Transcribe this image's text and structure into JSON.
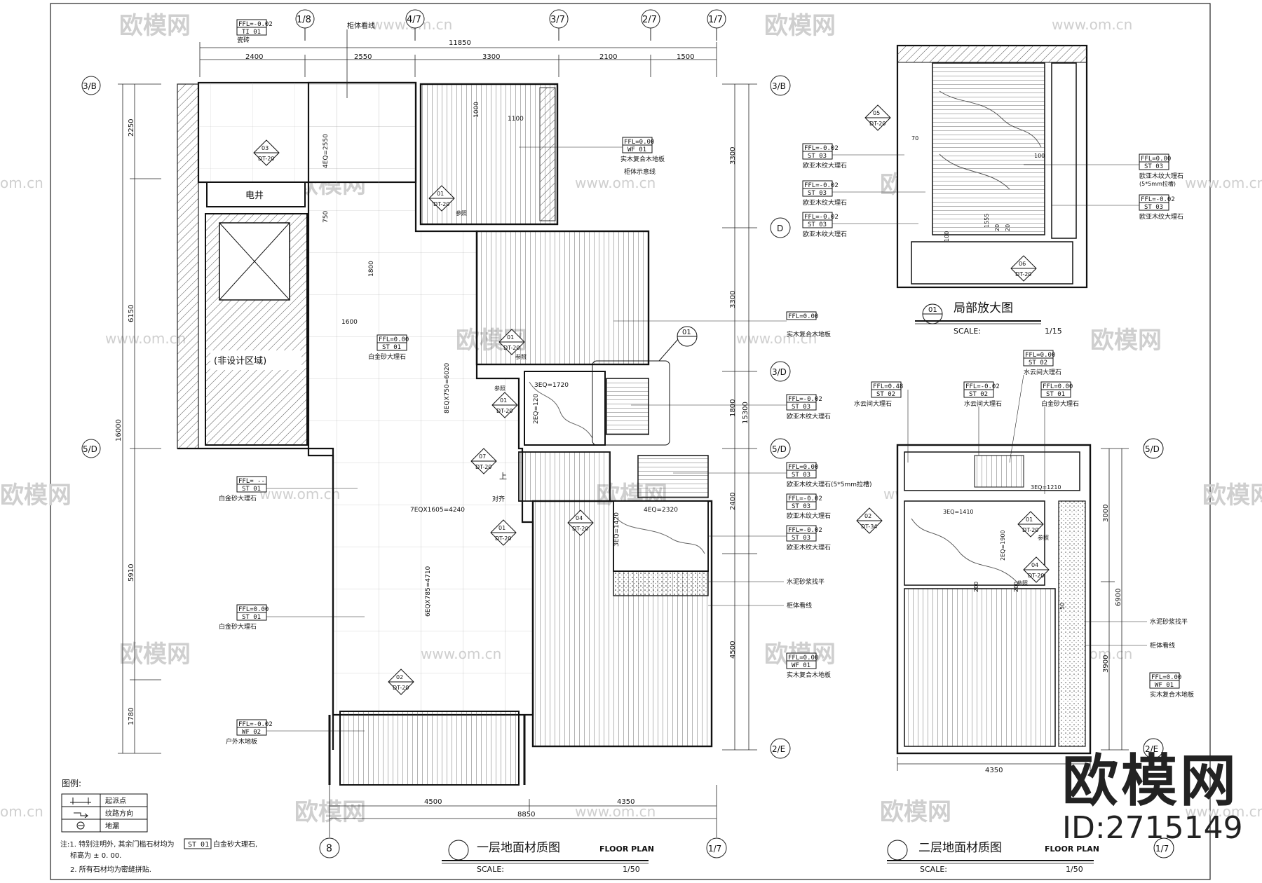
{
  "watermarks": {
    "brand": "欧模网",
    "site": "www.om.cn",
    "site_short": "om.cn"
  },
  "brand": {
    "name": "欧模网",
    "id_text": "ID:2715149"
  },
  "floor1": {
    "title_cn": "一层地面材质图",
    "title_en": "FLOOR PLAN",
    "scale_label": "SCALE:",
    "scale_value": "1/50",
    "top_total": "11850",
    "top_dims": [
      "2400",
      "2550",
      "3300",
      "2100",
      "1500"
    ],
    "left_dims": [
      "2250",
      "6150",
      "5910",
      "1780"
    ],
    "left_total": "16000",
    "right_dims": [
      "3300",
      "3300",
      "1800",
      "2400",
      "4500"
    ],
    "right_total": "15300",
    "bottom_dims": [
      "4500",
      "4350"
    ],
    "bottom_total": "8850",
    "axis_top": [
      "1/8",
      "4/7",
      "3/7",
      "2/7",
      "1/7"
    ],
    "axis_left": [
      "3/B",
      "5/D"
    ],
    "axis_right": [
      "3/B",
      "D",
      "3/D",
      "5/D",
      "2/E"
    ],
    "axis_bottom": [
      "8",
      "1/7"
    ],
    "rooms": {
      "elevator_shaft": "电井",
      "non_design": "(非设计区域)",
      "up": "上"
    },
    "inner_dims": [
      "4EQ=2550",
      "750",
      "1800",
      "1600",
      "1100",
      "1000",
      "8EQX750=6020",
      "3EQ=1720",
      "2EQ=120",
      "7EQX1605=4240",
      "4EQ=2320",
      "3EQ=1420",
      "6EQX785=4710"
    ],
    "tags_left": [
      {
        "ffl": "FFL=-0.02",
        "code": "TI 01",
        "name": "瓷砖"
      },
      {
        "ffl": "FFL=0.00",
        "code": "ST 01",
        "name": "白金砂大理石"
      },
      {
        "ffl": "FFL= --",
        "code": "ST 01",
        "name": "白金砂大理石"
      },
      {
        "ffl": "FFL=0.00",
        "code": "ST 01",
        "name": "白金砂大理石"
      },
      {
        "ffl": "FFL=-0.02",
        "code": "WF 02",
        "name": "户外木地板"
      }
    ],
    "tags_right": [
      {
        "ffl": "FFL=0.00",
        "code": "WF 01",
        "name": "实木复合木地板"
      },
      {
        "ffl": "",
        "code": "",
        "name": "柜体示意线"
      },
      {
        "ffl": "FFL=0.00",
        "code": "",
        "name": "实木复合木地板"
      },
      {
        "ffl": "FFL=-0.02",
        "code": "ST 03",
        "name": "欧亚木纹大理石"
      },
      {
        "ffl": "FFL=0.00",
        "code": "ST 03",
        "name": "欧亚木纹大理石(5*5mm拉槽)"
      },
      {
        "ffl": "FFL=-0.02",
        "code": "ST 03",
        "name": "欧亚木纹大理石"
      },
      {
        "ffl": "FFL=-0.02",
        "code": "ST 03",
        "name": "欧亚木纹大理石"
      },
      {
        "ffl": "",
        "code": "",
        "name": "水泥砂浆找平"
      },
      {
        "ffl": "",
        "code": "",
        "name": "柜体看线"
      },
      {
        "ffl": "FFL=0.00",
        "code": "WF 01",
        "name": "实木复合木地板"
      }
    ],
    "top_note": "柜体看线",
    "refs": [
      {
        "num": "03",
        "sheet": "DT-20"
      },
      {
        "num": "01",
        "sheet": "DT-20"
      },
      {
        "num": "01",
        "sheet": "DT-20"
      },
      {
        "num": "01",
        "sheet": "DT-20"
      },
      {
        "num": "07",
        "sheet": "DT-20"
      },
      {
        "num": "04",
        "sheet": "DT-20"
      },
      {
        "num": "01",
        "sheet": "DT-20"
      },
      {
        "num": "02",
        "sheet": "DT-20"
      }
    ],
    "ref_note": "参照",
    "align_note": "对齐",
    "callout": "01"
  },
  "detail": {
    "title_cn": "局部放大图",
    "num": "01",
    "scale_label": "SCALE:",
    "scale_value": "1/15",
    "tags_left": [
      {
        "ffl": "FFL=-0.02",
        "code": "ST 03",
        "name": "欧亚木纹大理石"
      },
      {
        "ffl": "FFL=-0.02",
        "code": "ST 03",
        "name": "欧亚木纹大理石"
      },
      {
        "ffl": "FFL=-0.02",
        "code": "ST 03",
        "name": "欧亚木纹大理石"
      }
    ],
    "tags_right": [
      {
        "ffl": "FFL=0.00",
        "code": "ST 03",
        "name": "欧亚木纹大理石",
        "extra": "(5*5mm拉槽)"
      },
      {
        "ffl": "FFL=-0.02",
        "code": "ST 03",
        "name": "欧亚木纹大理石"
      }
    ],
    "refs": [
      {
        "num": "05",
        "sheet": "DT-20"
      },
      {
        "num": "06",
        "sheet": "DT-20"
      }
    ],
    "dims": [
      "70",
      "100",
      "100",
      "1555",
      "20",
      "20"
    ]
  },
  "floor2": {
    "title_cn": "二层地面材质图",
    "title_en": "FLOOR PLAN",
    "scale_label": "SCALE:",
    "scale_value": "1/50",
    "bottom_dim": "4350",
    "right_dims": [
      "3000",
      "3900"
    ],
    "right_total": "6900",
    "axis": [
      "5/D",
      "2/E",
      "1/7"
    ],
    "tags_top": [
      {
        "ffl": "FFL=0.48",
        "code": "ST 02",
        "name": "水云间大理石"
      },
      {
        "ffl": "FFL=-0.02",
        "code": "ST 02",
        "name": "水云间大理石"
      },
      {
        "ffl": "FFL=0.00",
        "code": "ST 02",
        "name": "水云间大理石"
      },
      {
        "ffl": "FFL=0.00",
        "code": "ST 01",
        "name": "白金砂大理石"
      }
    ],
    "tags_right": [
      {
        "ffl": "",
        "code": "",
        "name": "水泥砂浆找平"
      },
      {
        "ffl": "",
        "code": "",
        "name": "柜体看线"
      },
      {
        "ffl": "FFL=0.00",
        "code": "WF 01",
        "name": "实木复合木地板"
      }
    ],
    "inner_dims": [
      "3EQ=1410",
      "3EQ=1210",
      "2EQ=1900",
      "200",
      "200",
      "50"
    ],
    "refs": [
      {
        "num": "02",
        "sheet": "DT-34"
      },
      {
        "num": "01",
        "sheet": "DT-20"
      },
      {
        "num": "04",
        "sheet": "DT-20"
      }
    ],
    "ref_note": "参照"
  },
  "legend": {
    "title": "图例:",
    "items": [
      "起派点",
      "纹路方向",
      "地漏"
    ]
  },
  "notes": {
    "line1a": "注:1. 特别注明外, 其余门槛石材均为",
    "line1code": "ST 01",
    "line1b": "白金砂大理石,",
    "line2": "标高为 ± 0. 00.",
    "line3": "2. 所有石材均为密缝拼贴."
  }
}
